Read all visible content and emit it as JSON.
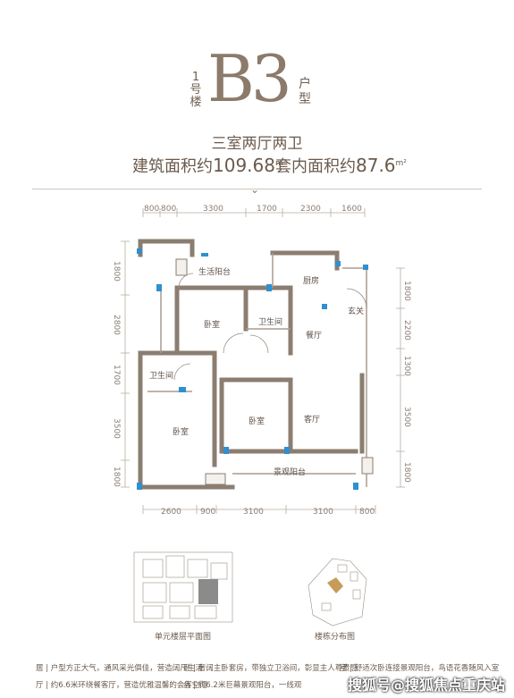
{
  "header": {
    "building_chars": [
      "1",
      "号",
      "楼"
    ],
    "unit_code": "B3",
    "type_chars": [
      "户",
      "型"
    ],
    "layout": "三室两厅两卫",
    "gross_area_label": "建筑面积约",
    "gross_area_value": "109.68",
    "inner_area_label": "套内面积约",
    "inner_area_value": "87.6",
    "unit_m2": "m²"
  },
  "dims_top": [
    "800",
    "800",
    "3300",
    "1700",
    "2300",
    "1600"
  ],
  "dims_bottom": [
    "2600",
    "900",
    "3100",
    "3100",
    "800"
  ],
  "dims_left": [
    "1800",
    "2800",
    "1700",
    "3500",
    "1800"
  ],
  "dims_right": [
    "1800",
    "2200",
    "1300",
    "3500",
    "1800"
  ],
  "rooms": {
    "balcony_service": "生活阳台",
    "kitchen": "厨房",
    "bedroom_a": "卧室",
    "bath_a": "卫生间",
    "entry": "玄关",
    "dining": "餐厅",
    "bath_b": "卫生间",
    "bedroom_b": "卧室",
    "bedroom_c": "卧室",
    "living": "客厅",
    "balcony_view": "景观阳台"
  },
  "captions": {
    "unit_plan": "单元楼层平面图",
    "site_plan": "楼栋分布图"
  },
  "notes": {
    "r1": [
      {
        "k": "居",
        "t": "户型方正大气，通风采光俱佳，营造阔尺生活"
      },
      {
        "k": "卧",
        "t": "奢阔主卧套房，带独立卫浴间，彰显主人尊贵感"
      },
      {
        "k": "室",
        "t": "舒适次卧连接景观阳台，鸟语花香随风入室"
      }
    ],
    "r2": [
      {
        "k": "厅",
        "t": "约6.6米环绕餐客厅，营造优雅温馨的会客空间"
      },
      {
        "k": "台",
        "t": "约6.2米巨幕景观阳台，一线观"
      }
    ]
  },
  "watermark": "搜狐号@搜狐焦点重庆站",
  "colors": {
    "wall": "#8b7d70",
    "accent": "#2f8fd0",
    "text": "#6b5a4c"
  }
}
